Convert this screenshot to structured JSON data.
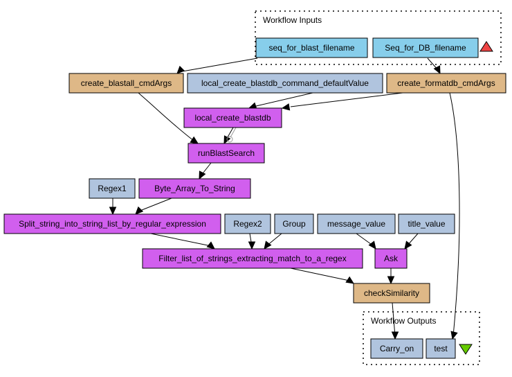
{
  "colors": {
    "input_port": "#87ceeb",
    "beanshell": "#deb887",
    "string_constant": "#b0c4de",
    "local_worker": "#d15fee",
    "output_port": "#b0c4de",
    "input_triangle": "#ee4444",
    "output_triangle": "#66cc00"
  },
  "clusters": {
    "inputs": {
      "label": "Workflow Inputs"
    },
    "outputs": {
      "label": "Workflow Outputs"
    }
  },
  "nodes": [
    {
      "id": "seq_for_blast_filename",
      "label": "seq_for_blast_filename",
      "kind": "input_port"
    },
    {
      "id": "Seq_for_DB_filename",
      "label": "Seq_for_DB_filename",
      "kind": "input_port"
    },
    {
      "id": "create_blastall_cmdArgs",
      "label": "create_blastall_cmdArgs",
      "kind": "beanshell"
    },
    {
      "id": "local_create_blastdb_command_defaultValue",
      "label": "local_create_blastdb_command_defaultValue",
      "kind": "string_constant"
    },
    {
      "id": "create_formatdb_cmdArgs",
      "label": "create_formatdb_cmdArgs",
      "kind": "beanshell"
    },
    {
      "id": "local_create_blastdb",
      "label": "local_create_blastdb",
      "kind": "local_worker"
    },
    {
      "id": "runBlastSearch",
      "label": "runBlastSearch",
      "kind": "local_worker"
    },
    {
      "id": "Regex1",
      "label": "Regex1",
      "kind": "string_constant"
    },
    {
      "id": "Byte_Array_To_String",
      "label": "Byte_Array_To_String",
      "kind": "local_worker"
    },
    {
      "id": "Split_string",
      "label": "Split_string_into_string_list_by_regular_expression",
      "kind": "local_worker"
    },
    {
      "id": "Regex2",
      "label": "Regex2",
      "kind": "string_constant"
    },
    {
      "id": "Group",
      "label": "Group",
      "kind": "string_constant"
    },
    {
      "id": "message_value",
      "label": "message_value",
      "kind": "string_constant"
    },
    {
      "id": "title_value",
      "label": "title_value",
      "kind": "string_constant"
    },
    {
      "id": "Filter_list",
      "label": "Filter_list_of_strings_extracting_match_to_a_regex",
      "kind": "local_worker"
    },
    {
      "id": "Ask",
      "label": "Ask",
      "kind": "local_worker"
    },
    {
      "id": "checkSimilarity",
      "label": "checkSimilarity",
      "kind": "beanshell"
    },
    {
      "id": "Carry_on",
      "label": "Carry_on",
      "kind": "output_port"
    },
    {
      "id": "test",
      "label": "test",
      "kind": "output_port"
    }
  ],
  "edges": [
    {
      "from": "seq_for_blast_filename",
      "to": "create_blastall_cmdArgs",
      "type": "data"
    },
    {
      "from": "Seq_for_DB_filename",
      "to": "create_formatdb_cmdArgs",
      "type": "data"
    },
    {
      "from": "local_create_blastdb_command_defaultValue",
      "to": "local_create_blastdb",
      "type": "data"
    },
    {
      "from": "create_formatdb_cmdArgs",
      "to": "local_create_blastdb",
      "type": "data"
    },
    {
      "from": "create_blastall_cmdArgs",
      "to": "runBlastSearch",
      "type": "data"
    },
    {
      "from": "local_create_blastdb",
      "to": "runBlastSearch",
      "type": "data"
    },
    {
      "from": "local_create_blastdb",
      "to": "runBlastSearch",
      "type": "control"
    },
    {
      "from": "runBlastSearch",
      "to": "Byte_Array_To_String",
      "type": "data"
    },
    {
      "from": "Regex1",
      "to": "Split_string",
      "type": "data"
    },
    {
      "from": "Byte_Array_To_String",
      "to": "Split_string",
      "type": "data"
    },
    {
      "from": "Split_string",
      "to": "Filter_list",
      "type": "data"
    },
    {
      "from": "Regex2",
      "to": "Filter_list",
      "type": "data"
    },
    {
      "from": "Group",
      "to": "Filter_list",
      "type": "data"
    },
    {
      "from": "message_value",
      "to": "Ask",
      "type": "data"
    },
    {
      "from": "title_value",
      "to": "Ask",
      "type": "data"
    },
    {
      "from": "Filter_list",
      "to": "checkSimilarity",
      "type": "data"
    },
    {
      "from": "Ask",
      "to": "checkSimilarity",
      "type": "data"
    },
    {
      "from": "checkSimilarity",
      "to": "Carry_on",
      "type": "data"
    },
    {
      "from": "create_formatdb_cmdArgs",
      "to": "test",
      "type": "data"
    }
  ]
}
